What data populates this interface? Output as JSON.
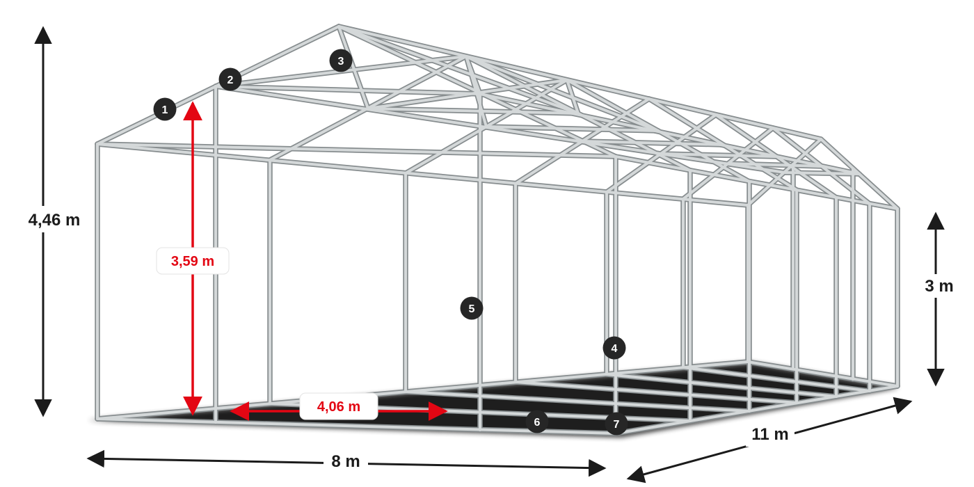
{
  "diagram": {
    "type": "tent-frame-dimension-diagram",
    "dimensions": {
      "total_height": {
        "label": "4,46 m"
      },
      "inner_height": {
        "label": "3,59 m"
      },
      "side_height": {
        "label": "3 m"
      },
      "entrance_width": {
        "label": "4,06 m"
      },
      "width": {
        "label": "8 m"
      },
      "length": {
        "label": "11 m"
      }
    },
    "part_markers": [
      {
        "number": "1"
      },
      {
        "number": "2"
      },
      {
        "number": "3"
      },
      {
        "number": "4"
      },
      {
        "number": "5"
      },
      {
        "number": "6"
      },
      {
        "number": "7"
      }
    ],
    "colors": {
      "dimension_black": "#1b1b1b",
      "dimension_red": "#e30613",
      "frame_tube": "#d4d8d9",
      "frame_outline": "#878d8f",
      "badge_background": "#262626",
      "badge_text": "#ffffff",
      "shadow": "#0a0a0a"
    }
  }
}
